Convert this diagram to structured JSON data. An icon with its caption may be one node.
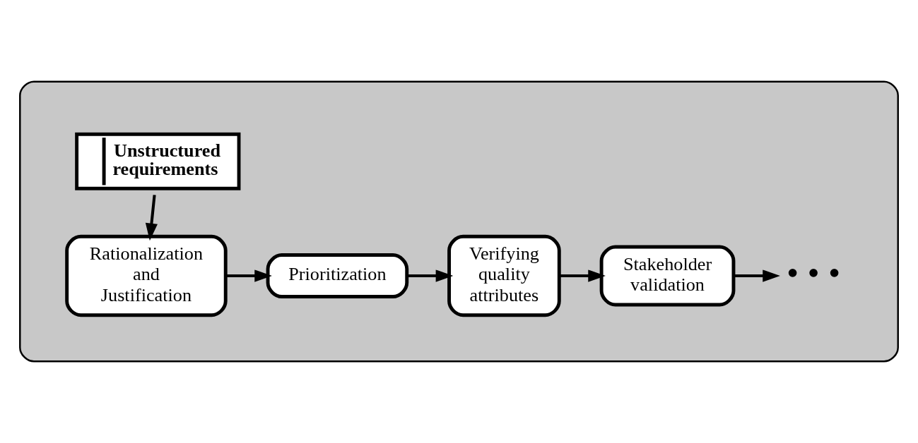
{
  "diagram": {
    "nodes": [
      {
        "text": [],
        "shape": "ellipse"
      },
      {
        "text": [
          "Unstructured requirements"
        ],
        "in": 0
      },
      {
        "text": [
          "Rationalization and Justification"
        ],
        "in": 0
      },
      {
        "text": [
          "Prioritization"
        ],
        "in": 0
      },
      {
        "text": [
          "Verifying quality attributes"
        ],
        "in": 0
      },
      {
        "text": [
          "Stakeholder validation"
        ],
        "in": 0
      },
      {
        "text": [
          "• • •"
        ],
        "in": 0
      }
    ],
    "edges": [
      {
        "from": 1,
        "to": 2,
        "arrow": "to"
      },
      {
        "from": 2,
        "to": 3,
        "arrow": "to"
      },
      {
        "from": 3,
        "to": 4,
        "arrow": "to"
      },
      {
        "from": 4,
        "to": 5,
        "arrow": "to"
      },
      {
        "from": 5,
        "to": 6,
        "arrow": "to"
      }
    ]
  }
}
